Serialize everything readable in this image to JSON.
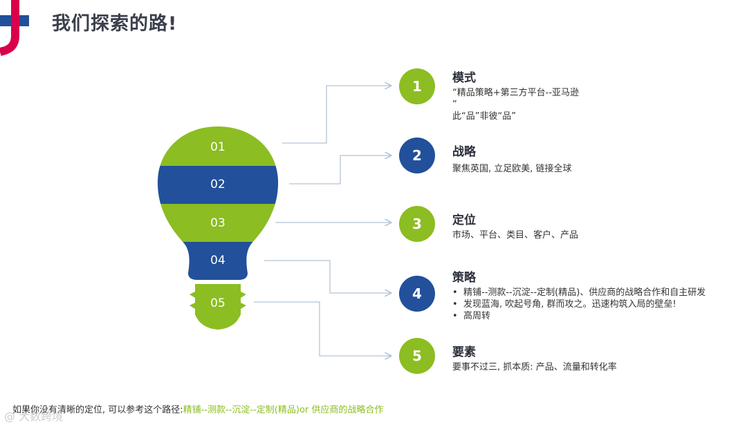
{
  "title": "我们探索的路!",
  "colors": {
    "green": "#8cbd22",
    "blue": "#22509a",
    "connector": "#b4c3d6",
    "accent_red": "#d9004c"
  },
  "bulb_segments": [
    {
      "label": "01",
      "color": "green"
    },
    {
      "label": "02",
      "color": "blue"
    },
    {
      "label": "03",
      "color": "green"
    },
    {
      "label": "04",
      "color": "blue"
    },
    {
      "label": "05",
      "color": "green"
    }
  ],
  "items": [
    {
      "number": "1",
      "color": "green",
      "heading": "模式",
      "lines": [
        "“精品策略+第三方平台--亚马逊",
        "”",
        "此“品”非彼“品”"
      ]
    },
    {
      "number": "2",
      "color": "blue",
      "heading": "战略",
      "lines": [
        "聚焦英国, 立足欧美, 链接全球"
      ]
    },
    {
      "number": "3",
      "color": "green",
      "heading": "定位",
      "lines": [
        "市场、平台、类目、客户、产品"
      ]
    },
    {
      "number": "4",
      "color": "blue",
      "heading": "策略",
      "bullets": [
        "精铺--测款--沉淀--定制(精品)、供应商的战略合作和自主研发",
        "发现蓝海, 吹起号角, 群而攻之。迅速构筑入局的壁垒!",
        "高周转"
      ]
    },
    {
      "number": "5",
      "color": "green",
      "heading": "要素",
      "lines": [
        "要事不过三, 抓本质: 产品、流量和转化率"
      ]
    }
  ],
  "footer": {
    "prefix": "如果你没有清晰的定位, 可以参考这个路径:",
    "highlight": "精铺--测款--沉淀--定制(精品)or 供应商的战略合作"
  },
  "watermark": "@ 大数跨境"
}
